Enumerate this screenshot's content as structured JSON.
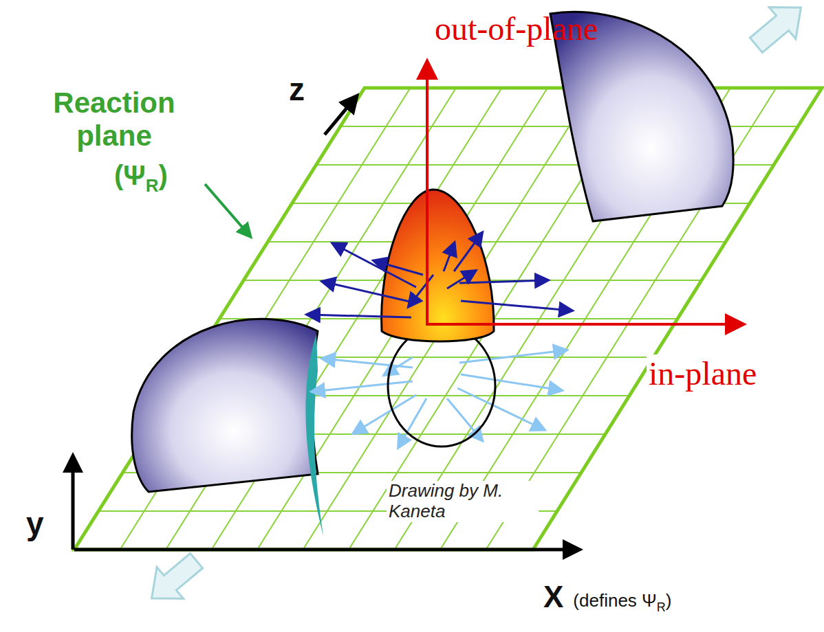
{
  "diagram": {
    "labels": [
      "out-of-plane",
      "in-plane",
      "z",
      "Reaction plane",
      "(Ψ",
      "R",
      ")",
      "y",
      "Drawing by M. Kaneta",
      "X",
      "(defines Ψ",
      "R",
      ")"
    ]
  }
}
